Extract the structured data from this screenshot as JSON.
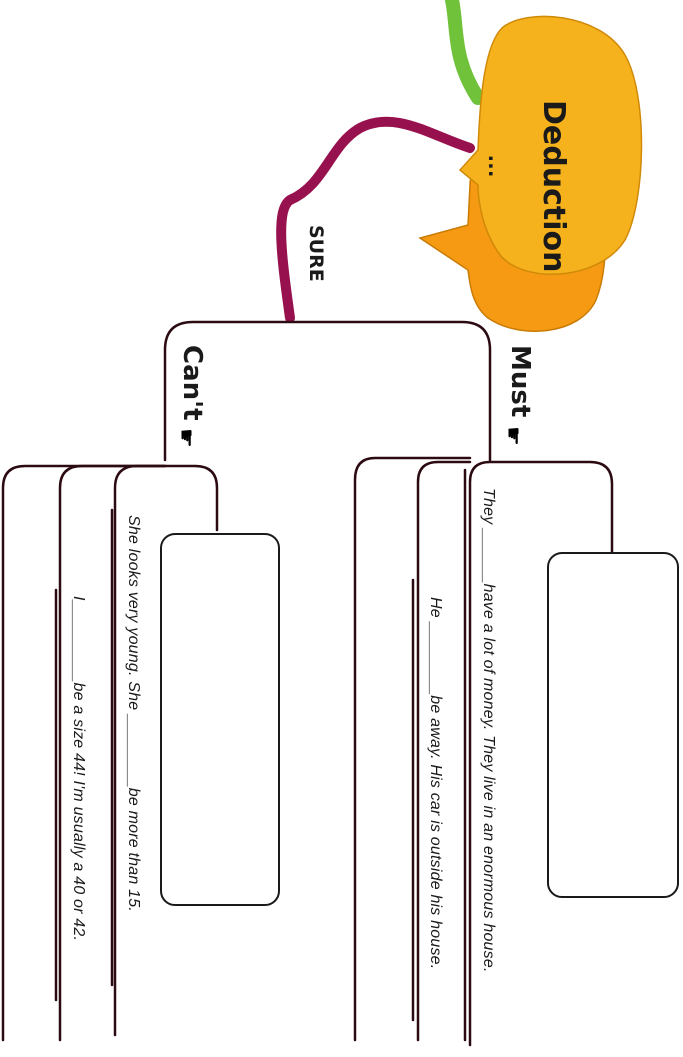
{
  "diagram": {
    "title": "Deduction",
    "bubble_dots": "...",
    "sure_label": "SURE",
    "branches": [
      {
        "label": "Must",
        "sentences": [
          "They ______have a lot of money. They live in an enormous house.",
          "He ________be away. His car is outside his house."
        ]
      },
      {
        "label": "Can't",
        "sentences": [
          "She looks very young. She ________be more than 15.",
          "I_________be a size 44! I'm usually a 40 or 42."
        ]
      }
    ],
    "icons": {
      "pointer": "pointing-hand-icon"
    },
    "colors": {
      "bubble": "#f6b21d",
      "bubble_back": "#f59a12",
      "stem_green": "#6fc23a",
      "stem_purple": "#98114f",
      "lines": "#2b0a12"
    }
  }
}
